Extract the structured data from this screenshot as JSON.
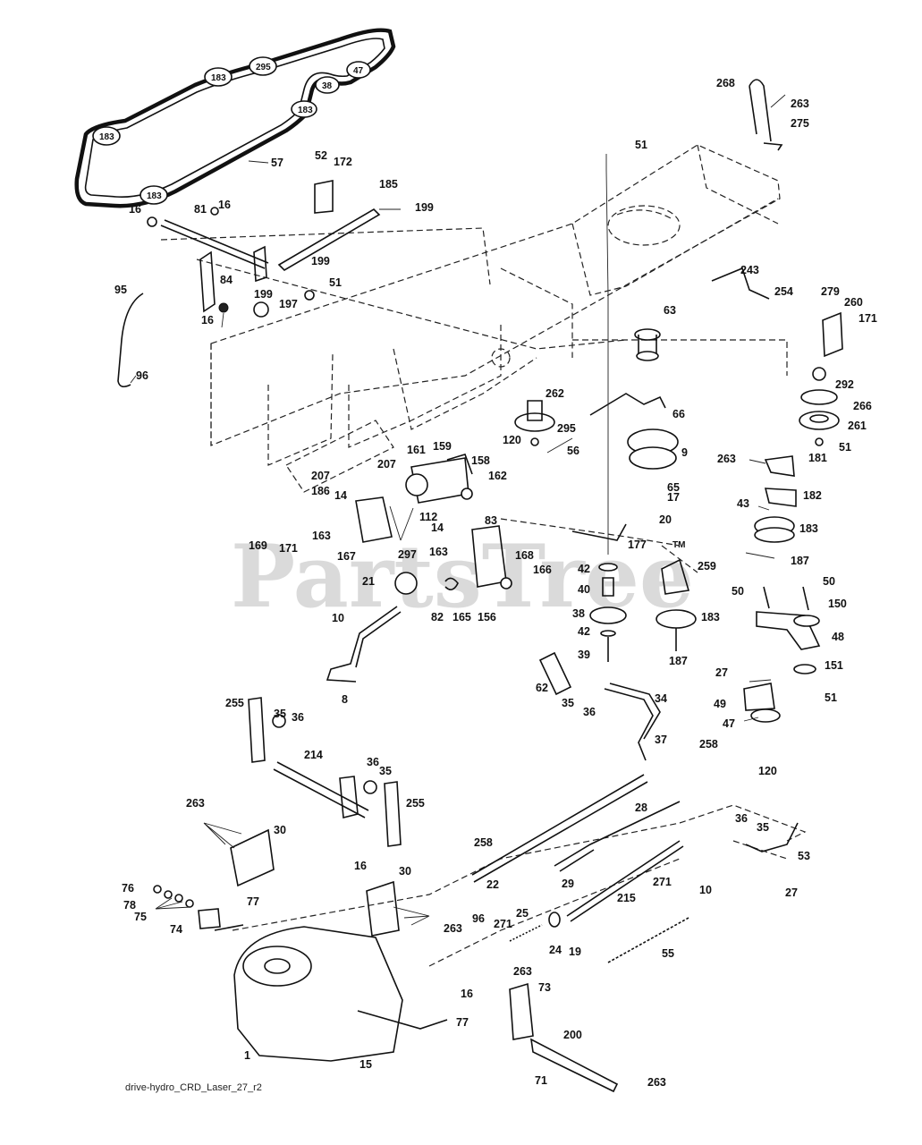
{
  "watermark": "PartsTree",
  "trademark": "TM",
  "caption": "drive-hydro_CRD_Laser_27_r2",
  "belt_balloons": [
    "183",
    "295",
    "47",
    "38",
    "183",
    "183",
    "183"
  ],
  "labels": [
    "57",
    "52",
    "172",
    "185",
    "199",
    "81",
    "16",
    "16",
    "199",
    "51",
    "84",
    "199",
    "16",
    "197",
    "95",
    "96",
    "51",
    "268",
    "263",
    "275",
    "243",
    "254",
    "279",
    "260",
    "171",
    "292",
    "266",
    "261",
    "51",
    "63",
    "262",
    "295",
    "120",
    "56",
    "66",
    "9",
    "263",
    "181",
    "65",
    "17",
    "20",
    "182",
    "43",
    "183",
    "187",
    "161",
    "159",
    "158",
    "207",
    "162",
    "207",
    "186",
    "14",
    "112",
    "14",
    "83",
    "163",
    "163",
    "169",
    "171",
    "167",
    "297",
    "168",
    "166",
    "177",
    "42",
    "259",
    "21",
    "40",
    "82",
    "165",
    "156",
    "38",
    "183",
    "50",
    "50",
    "150",
    "10",
    "42",
    "48",
    "187",
    "39",
    "27",
    "151",
    "62",
    "35",
    "36",
    "34",
    "49",
    "8",
    "51",
    "47",
    "37",
    "255",
    "35",
    "36",
    "258",
    "214",
    "36",
    "35",
    "120",
    "263",
    "30",
    "255",
    "28",
    "36",
    "35",
    "258",
    "29",
    "271",
    "10",
    "53",
    "22",
    "16",
    "30",
    "27",
    "76",
    "78",
    "77",
    "75",
    "263",
    "215",
    "74",
    "55",
    "25",
    "96",
    "271",
    "24",
    "19",
    "263",
    "73",
    "16",
    "77",
    "200",
    "15",
    "1",
    "71",
    "263"
  ]
}
